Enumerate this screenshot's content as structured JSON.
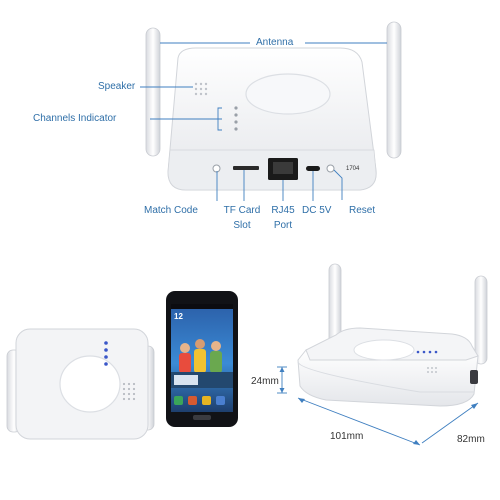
{
  "callouts": {
    "antenna": "Antenna",
    "speaker": "Speaker",
    "channels_indicator": "Channels Indicator",
    "match_code": "Match Code",
    "tf_card_slot_line1": "TF Card",
    "tf_card_slot_line2": "Slot",
    "rj45_line1": "RJ45",
    "rj45_line2": "Port",
    "dc": "DC 5V",
    "reset": "Reset"
  },
  "device": {
    "reset_marking": "1704"
  },
  "dimensions": {
    "height": "24mm",
    "length": "101mm",
    "width": "82mm"
  },
  "phone": {
    "time": "12"
  },
  "colors": {
    "callout": "#2f6fa8",
    "line": "#3f7fc0",
    "led": "#3a57c8",
    "body": "#f2f3f5"
  }
}
